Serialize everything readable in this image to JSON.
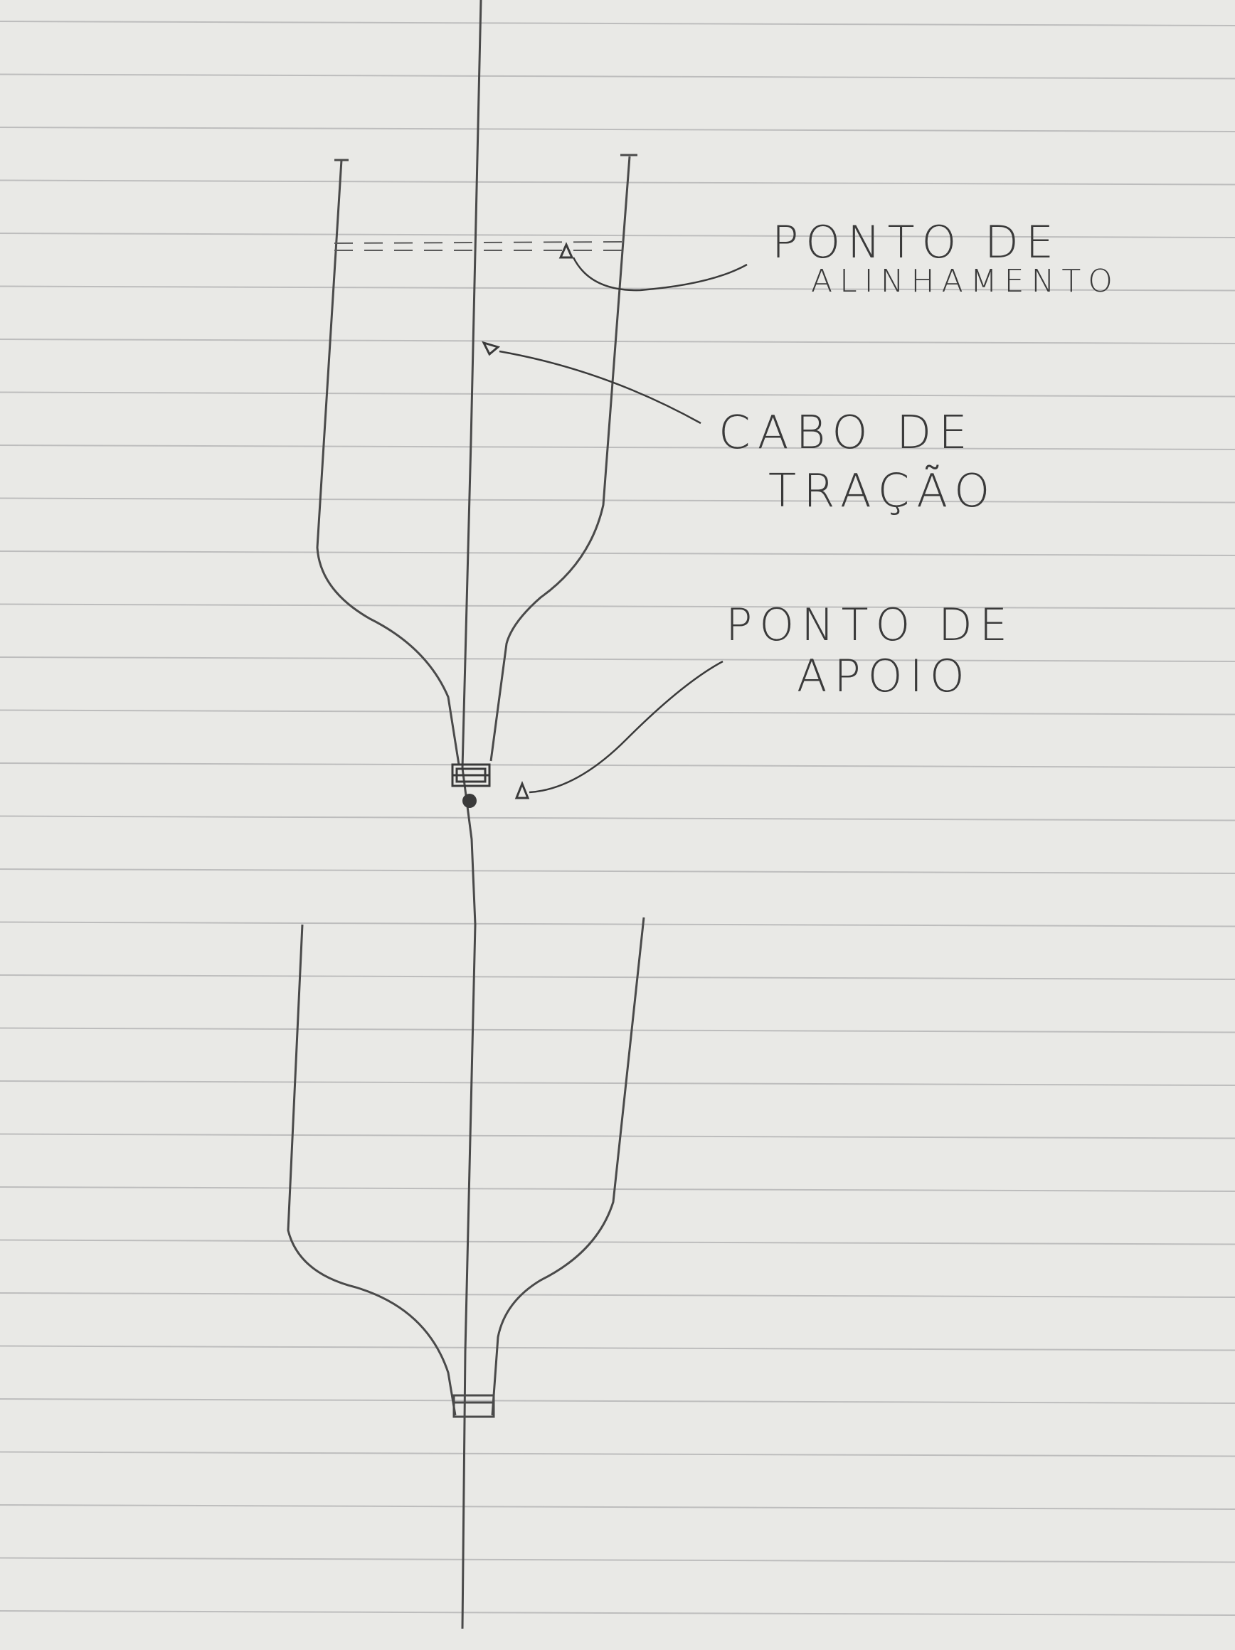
{
  "labels": {
    "alignment_line1": "PONTO DE",
    "alignment_line2": "ALINHAMENTO",
    "cable_line1": "CABO DE",
    "cable_line2": "TRAÇÃO",
    "support_line1": "PONTO DE",
    "support_line2": "APOIO"
  },
  "colors": {
    "paper": "#e9e9e6",
    "rule_line": "#bdbdbd",
    "pencil": "#4a4a4a"
  }
}
